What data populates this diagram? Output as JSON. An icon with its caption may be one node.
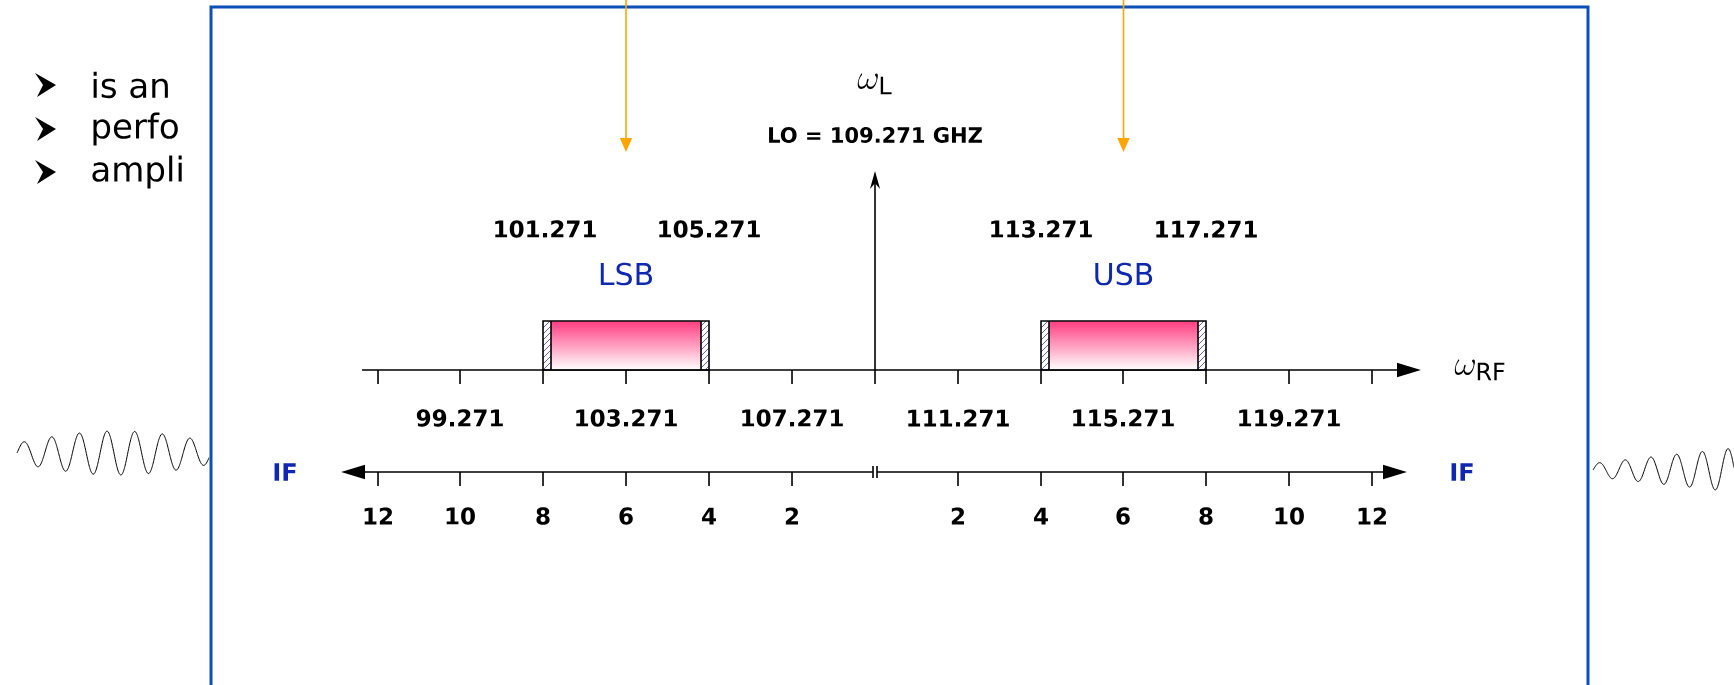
{
  "diagram": {
    "nodes": [
      {
        "text": [
          "LSB"
        ]
      },
      {
        "text": [
          "USB"
        ]
      }
    ],
    "labels": [
      "is an",
      "perfo",
      "ampli",
      "\\omega_{\\mathrm{L}}",
      "LO = 109.271 GHZ",
      "101.271",
      "105.271",
      "113.271",
      "117.271",
      "\\omega_{\\mathrm{RF}}",
      "99.271",
      "103.271",
      "107.271",
      "111.271",
      "115.271",
      "119.271",
      "IF",
      "IF",
      "12",
      "10",
      "8",
      "6",
      "4",
      "2",
      "2",
      "4",
      "6",
      "8",
      "10",
      "12"
    ]
  }
}
